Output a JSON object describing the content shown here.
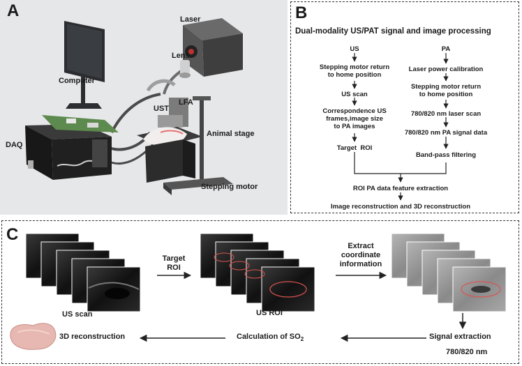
{
  "panel_a": {
    "letter": "A",
    "labels": {
      "laser": "Laser",
      "lens": "Lens",
      "computer": "Computer",
      "ust": "UST",
      "lfa": "LFA",
      "animal_stage": "Animal stage",
      "daq": "DAQ",
      "stepping_motor": "Stepping motor"
    }
  },
  "panel_b": {
    "letter": "B",
    "title": "Dual-modality US/PAT signal and image processing",
    "us_col": [
      "US",
      "Stepping motor return\nto home position",
      "US scan",
      "Correspondence US\nframes,image size\nto PA images",
      "Target  ROI"
    ],
    "pa_col": [
      "PA",
      "Laser power calibration",
      "Stepping motor return\nto home position",
      "780/820 nm laser scan",
      "780/820 nm PA signal data",
      "Band-pass filtering"
    ],
    "merge_1": "ROI PA data feature extraction",
    "merge_2": "Image reconstruction and 3D reconstruction"
  },
  "panel_c": {
    "letter": "C",
    "us_scan": "US scan",
    "target_roi": "Target\nROI",
    "us_roi": "US ROI",
    "extract": "Extract\ncoordinate\ninformation",
    "signal_extraction": "Signal extraction",
    "wavelength": "780/820 nm",
    "calc_so2": "Calculation of SO",
    "calc_so2_sub": "2",
    "recon_3d": "3D reconstruction"
  },
  "colors": {
    "roi_outline": "#d9534f",
    "frame_dark": "#202020",
    "frame_gray": "#8a8a8a"
  }
}
